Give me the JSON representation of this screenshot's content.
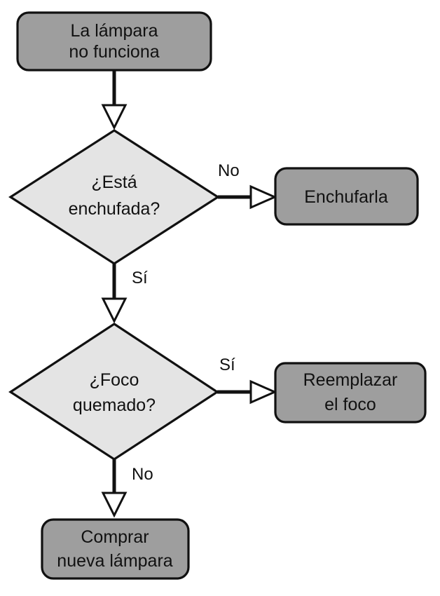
{
  "nodes": {
    "start": {
      "line1": "La lámpara",
      "line2": "no funciona"
    },
    "decision_plugged": {
      "line1": "¿Está",
      "line2": "enchufada?"
    },
    "plug_in": {
      "line1": "Enchufarla"
    },
    "decision_bulb": {
      "line1": "¿Foco",
      "line2": "quemado?"
    },
    "replace_bulb": {
      "line1": "Reemplazar",
      "line2": "el foco"
    },
    "buy_lamp": {
      "line1": "Comprar",
      "line2": "nueva lámpara"
    }
  },
  "edges": {
    "plugged_no": "No",
    "plugged_yes": "Sí",
    "bulb_yes": "Sí",
    "bulb_no": "No"
  },
  "colors": {
    "process_fill": "#9e9e9e",
    "decision_fill": "#e4e4e4",
    "line": "#111111"
  }
}
